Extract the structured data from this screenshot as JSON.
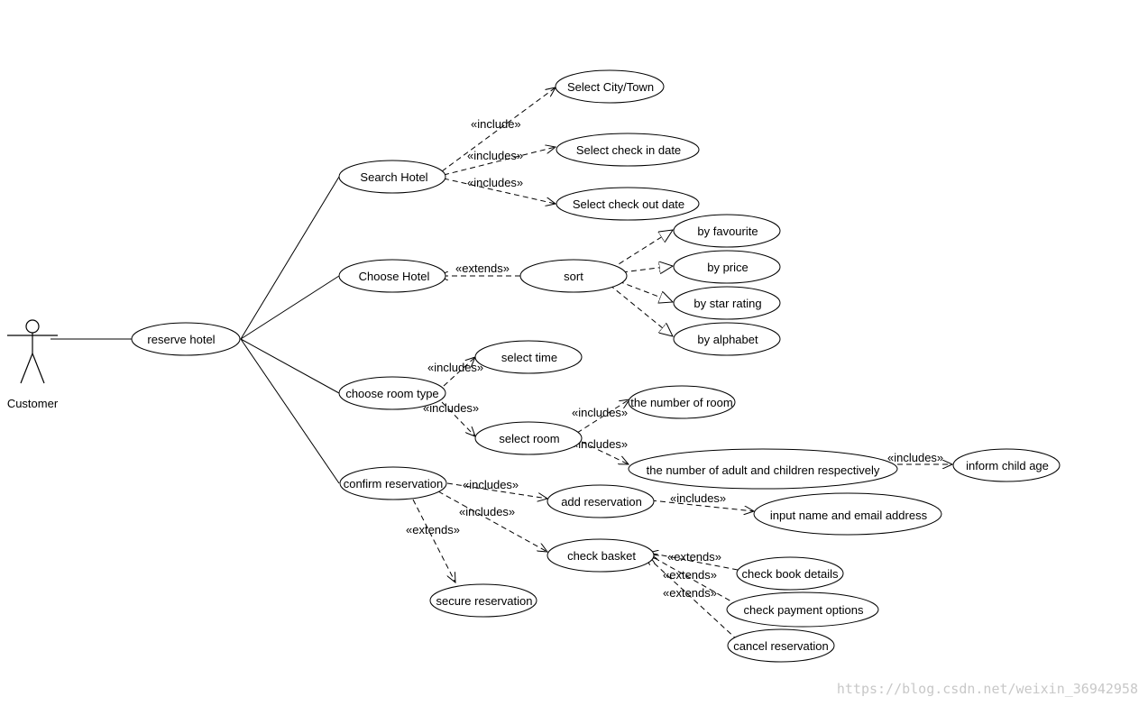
{
  "actor": {
    "label": "Customer"
  },
  "use_cases": {
    "reserve_hotel": "reserve hotel",
    "search_hotel": "Search Hotel",
    "choose_hotel": "Choose Hotel",
    "choose_room_type": "choose room type",
    "confirm_reservation": "confirm reservation",
    "select_city": "Select City/Town",
    "select_check_in": "Select check in date",
    "select_check_out": "Select check out date",
    "sort": "sort",
    "by_favourite": "by favourite",
    "by_price": "by price",
    "by_star_rating": "by star rating",
    "by_alphabet": "by alphabet",
    "select_time": "select time",
    "select_room": "select room",
    "number_of_room": "the number of room",
    "number_adult_children": "the number of adult and children respectively",
    "inform_child_age": "inform child age",
    "add_reservation": "add reservation",
    "input_name_email": "input name and email address",
    "check_basket": "check basket",
    "secure_reservation": "secure reservation",
    "check_book_details": "check book details",
    "check_payment_options": "check payment options",
    "cancel_reservation": "cancel reservation"
  },
  "relations": {
    "search_city": "«include»",
    "search_checkin": "«includes»",
    "search_checkout": "«includes»",
    "sort_choose": "«extends»",
    "room_time": "«includes»",
    "room_select": "«includes»",
    "select_number": "«includes»",
    "select_adult": "«includes»",
    "adult_child_age": "«includes»",
    "confirm_add": "«includes»",
    "add_input": "«includes»",
    "confirm_basket": "«includes»",
    "confirm_secure": "«extends»",
    "book_details_basket": "«extends»",
    "payment_basket": "«extends»",
    "cancel_basket": "«extends»"
  },
  "watermark": "https://blog.csdn.net/weixin_36942958"
}
